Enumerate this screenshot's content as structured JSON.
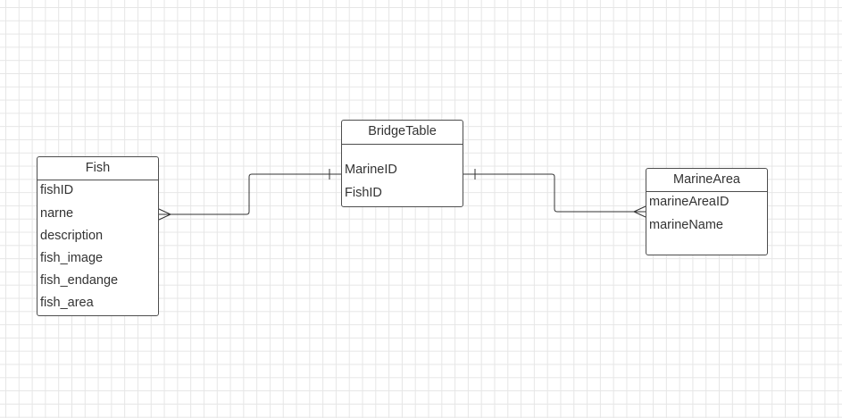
{
  "diagram": {
    "entities": [
      {
        "id": "fish",
        "title": "Fish",
        "fields": [
          "fishID",
          "narne",
          "description",
          "fish_image",
          "fish_endange",
          "fish_area"
        ]
      },
      {
        "id": "bridge",
        "title": "BridgeTable",
        "fields": [
          "MarineID",
          "FishID"
        ]
      },
      {
        "id": "marine",
        "title": "MarineArea",
        "fields": [
          "marineAreaID",
          "marineName"
        ]
      }
    ],
    "relationships": [
      {
        "from": "fish",
        "from_cardinality": "many",
        "to": "bridge",
        "to_cardinality": "one"
      },
      {
        "from": "bridge",
        "from_cardinality": "one",
        "to": "marine",
        "to_cardinality": "many"
      }
    ],
    "colors": {
      "background": "#ffffff",
      "grid": "#e6e6e6",
      "border": "#4d4d4d",
      "line": "#333333",
      "text": "#333333"
    }
  }
}
